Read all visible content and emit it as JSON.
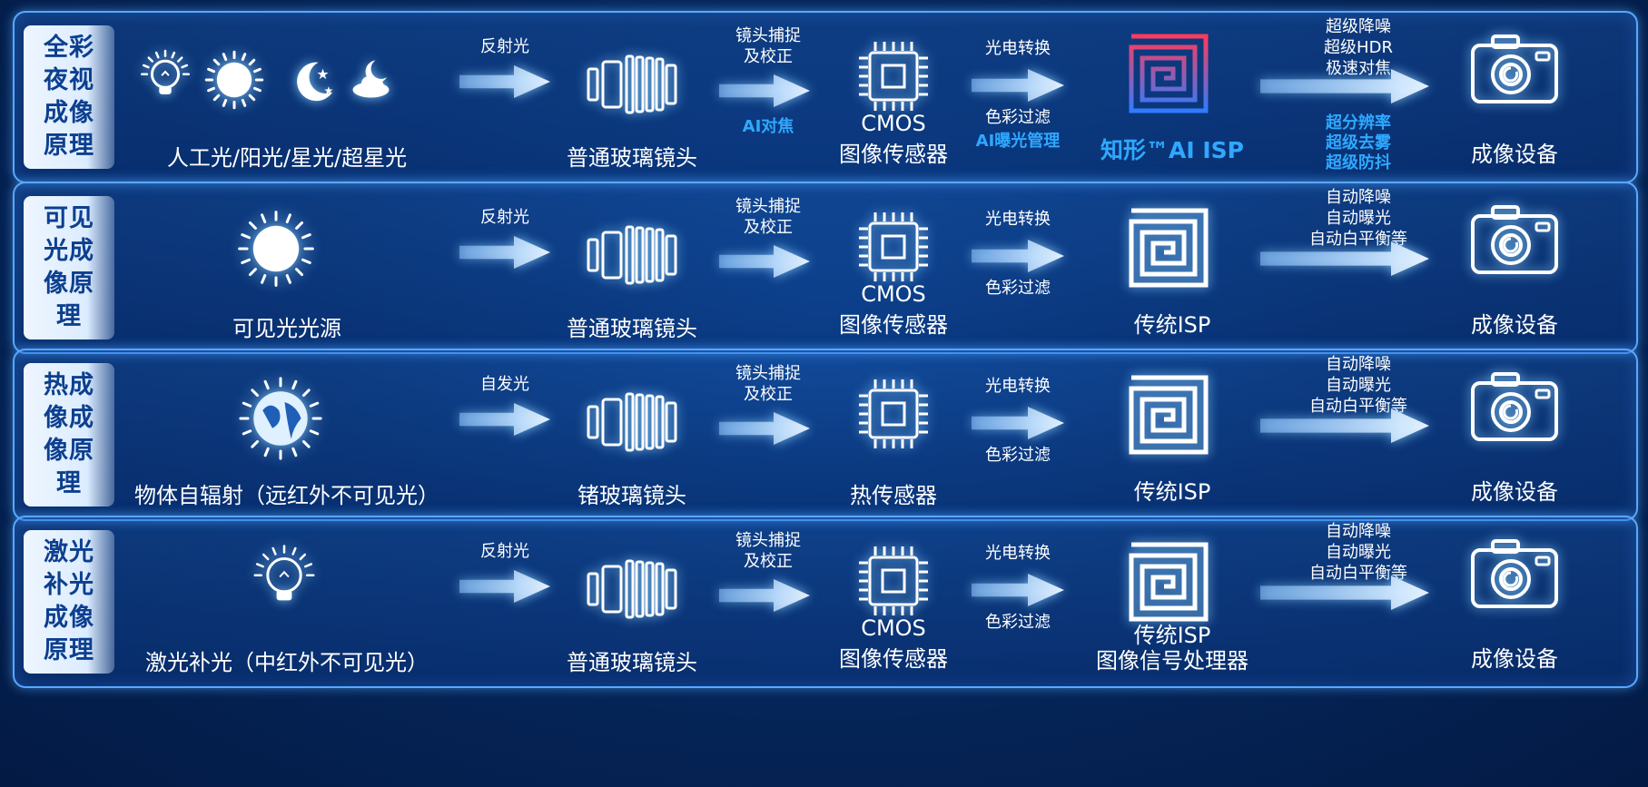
{
  "rows": [
    {
      "title": "全彩夜视成像原理",
      "title_lines": [
        "全彩",
        "夜视",
        "成像",
        "原理"
      ],
      "source": "人工光/阳光/星光/超星光",
      "light": "反射光",
      "lens_cap": [
        "镜头捕捉",
        "及校正"
      ],
      "lens_extra": "AI对焦",
      "lens": "普通玻璃镜头",
      "sensor_top": "CMOS",
      "sensor": "图像传感器",
      "convert": "光电转换",
      "filter": "色彩过滤",
      "filter_extra": "AI曝光管理",
      "isp": "知形™AI ISP",
      "isp2": "",
      "proc": [
        "超级降噪",
        "超级HDR",
        "极速对焦"
      ],
      "proc_extra": [
        "超分辨率",
        "超级去雾",
        "超级防抖"
      ],
      "device": "成像设备"
    },
    {
      "title": "可见光成像原理",
      "title_lines": [
        "可见",
        "光成",
        "像原",
        "理"
      ],
      "source": "可见光光源",
      "light": "反射光",
      "lens_cap": [
        "镜头捕捉",
        "及校正"
      ],
      "lens_extra": "",
      "lens": "普通玻璃镜头",
      "sensor_top": "CMOS",
      "sensor": "图像传感器",
      "convert": "光电转换",
      "filter": "色彩过滤",
      "filter_extra": "",
      "isp": "传统ISP",
      "isp2": "",
      "proc": [
        "自动降噪",
        "自动曝光",
        "自动白平衡等"
      ],
      "proc_extra": [],
      "device": "成像设备"
    },
    {
      "title": "热成像成像原理",
      "title_lines": [
        "热成",
        "像成",
        "像原",
        "理"
      ],
      "source": "物体自辐射（远红外不可见光）",
      "light": "自发光",
      "lens_cap": [
        "镜头捕捉",
        "及校正"
      ],
      "lens_extra": "",
      "lens": "锗玻璃镜头",
      "sensor_top": "",
      "sensor": "热传感器",
      "convert": "光电转换",
      "filter": "色彩过滤",
      "filter_extra": "",
      "isp": "传统ISP",
      "isp2": "",
      "proc": [
        "自动降噪",
        "自动曝光",
        "自动白平衡等"
      ],
      "proc_extra": [],
      "device": "成像设备"
    },
    {
      "title": "激光补光成像原理",
      "title_lines": [
        "激光",
        "补光",
        "成像",
        "原理"
      ],
      "source": "激光补光（中红外不可见光）",
      "light": "反射光",
      "lens_cap": [
        "镜头捕捉",
        "及校正"
      ],
      "lens_extra": "",
      "lens": "普通玻璃镜头",
      "sensor_top": "CMOS",
      "sensor": "图像传感器",
      "convert": "光电转换",
      "filter": "色彩过滤",
      "filter_extra": "",
      "isp": "传统ISP",
      "isp2": "图像信号处理器",
      "proc": [
        "自动降噪",
        "自动曝光",
        "自动白平衡等"
      ],
      "proc_extra": [],
      "device": "成像设备"
    }
  ],
  "icons": {
    "row0_sources": [
      "light-bulb-icon",
      "sun-icon",
      "moon-stars-icon",
      "cloud-moon-icon"
    ],
    "row1_source": "sun-icon",
    "row2_source": "globe-icon",
    "row3_source": "light-bulb-icon",
    "lens": "lens-icon",
    "sensor": "chip-icon",
    "isp": "isp-spiral-icon",
    "device": "camera-icon"
  },
  "colors": {
    "accent": "#2fa8ff",
    "label_text": "#0c3f8f",
    "border": "#5aa8ff",
    "isp_ai_top": "#ff3b5c",
    "isp_ai_bottom": "#2f7bff"
  }
}
